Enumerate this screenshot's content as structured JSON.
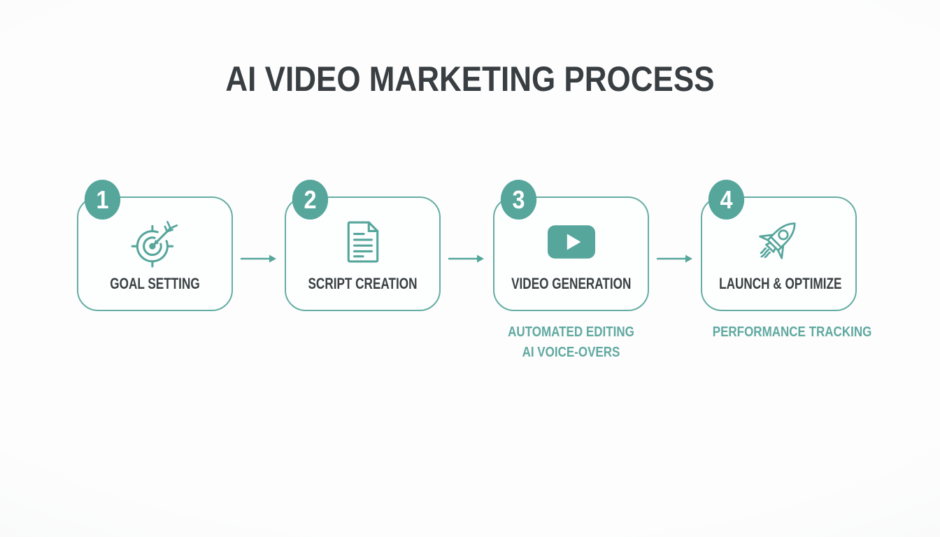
{
  "title": "AI VIDEO MARKETING PROCESS",
  "colors": {
    "accent_teal": "#56a69c",
    "border_teal": "#66ada4",
    "subtitle_teal": "#60a9a1",
    "text_dark": "#3a3e41",
    "background": "#fbfcfc"
  },
  "steps": [
    {
      "number": "1",
      "label": "GOAL SETTING",
      "icon": "target-goal-icon",
      "subtitles": []
    },
    {
      "number": "2",
      "label": "SCRIPT CREATION",
      "icon": "document-icon",
      "subtitles": []
    },
    {
      "number": "3",
      "label": "VIDEO GENERATION",
      "icon": "video-play-icon",
      "subtitles": [
        "AUTOMATED EDITING",
        "AI VOICE-OVERS"
      ]
    },
    {
      "number": "4",
      "label": "LAUNCH & OPTIMIZE",
      "icon": "rocket-icon",
      "subtitles": [
        "PERFORMANCE TRACKING"
      ]
    }
  ]
}
